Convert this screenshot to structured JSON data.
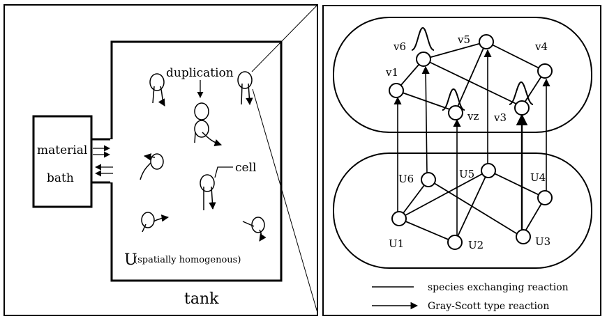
{
  "left_panel": {
    "material_bath": [
      "material",
      "bath"
    ],
    "duplication_label": "duplication",
    "cell_label": "cell",
    "u_label_main": "U",
    "u_label_sub": "(spatially homogenous)",
    "tank_label": "tank"
  },
  "right_panel": {
    "v_nodes": [
      {
        "id": "v1",
        "label": "v1"
      },
      {
        "id": "v2",
        "label": "vz"
      },
      {
        "id": "v3",
        "label": "v3"
      },
      {
        "id": "v4",
        "label": "v4"
      },
      {
        "id": "v5",
        "label": "v5"
      },
      {
        "id": "v6",
        "label": "v6"
      }
    ],
    "u_nodes": [
      {
        "id": "u1",
        "label": "U1"
      },
      {
        "id": "u2",
        "label": "U2"
      },
      {
        "id": "u3",
        "label": "U3"
      },
      {
        "id": "u4",
        "label": "U4"
      },
      {
        "id": "u5",
        "label": "U5"
      },
      {
        "id": "u6",
        "label": "U6"
      }
    ]
  },
  "legend": {
    "exchange": "species exchanging reaction",
    "gray_scott": "Gray-Scott type reaction"
  }
}
